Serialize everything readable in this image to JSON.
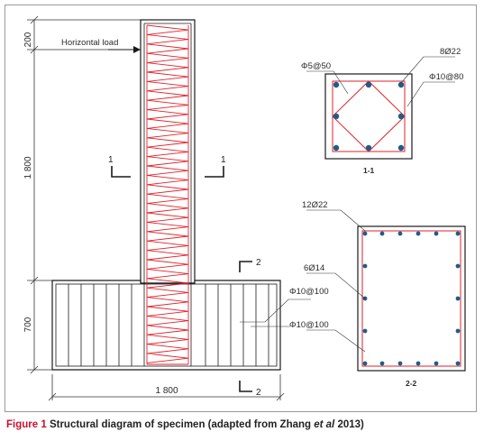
{
  "labels": {
    "horizontal_load": "Horizontal load",
    "dim_top": "200",
    "dim_column": "1 800",
    "dim_base": "700",
    "dim_width": "1 800",
    "section_mark_1": "1",
    "section_mark_2": "2",
    "section_1_title": "1-1",
    "section_2_title": "2-2",
    "s1_stirrup": "Φ5@50",
    "s1_main_bars": "8Ø22",
    "s1_hoop": "Φ10@80",
    "s2_main_bars": "12Ø22",
    "s2_side_bars": "6Ø14",
    "s2_stirrup_a": "Φ10@100",
    "s2_stirrup_b": "Φ10@100"
  },
  "caption": {
    "figure_label": "Figure 1",
    "text": "Structural diagram of specimen (adapted from Zhang ",
    "etal": "et al",
    "year": " 2013)"
  },
  "colors": {
    "rebar": "#e0222a",
    "bar_dot": "#1f5c8a",
    "outline": "#1a1a1a",
    "caption_red": "#c8102e"
  }
}
